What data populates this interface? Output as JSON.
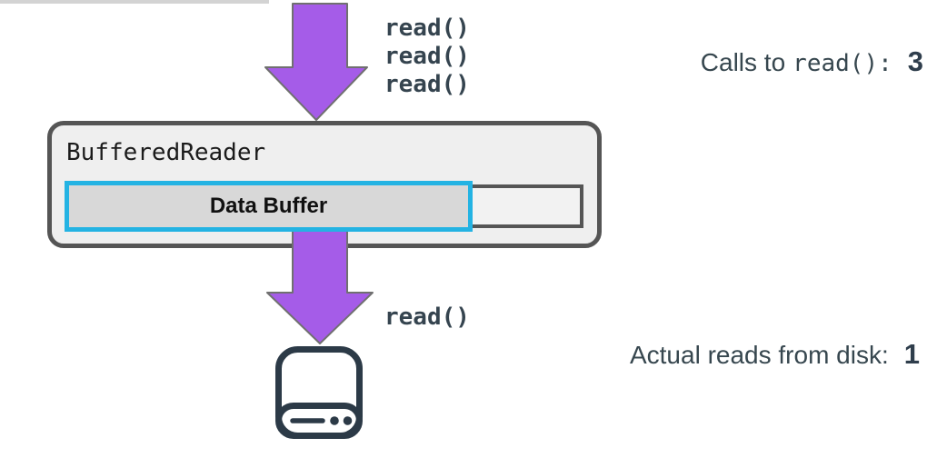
{
  "top_reads": {
    "lines": [
      "read()",
      "read()",
      "read()"
    ]
  },
  "reader": {
    "title": "BufferedReader",
    "buffer_label": "Data Buffer"
  },
  "bottom_read": {
    "label": "read()"
  },
  "stats": {
    "calls": {
      "text": "Calls to",
      "code": "read():",
      "value": "3"
    },
    "disk": {
      "text": "Actual reads from disk:",
      "value": "1"
    }
  },
  "colors": {
    "arrow_fill": "#a55ce8",
    "arrow_stroke": "#707070",
    "box_border": "#555555",
    "box_fill": "#efefef",
    "buffer_border": "#24b3e3",
    "buffer_fill": "#d8d8d8",
    "track_fill": "#f2f2f2",
    "text_dark": "#35444f",
    "icon_stroke": "#2c3a47"
  }
}
